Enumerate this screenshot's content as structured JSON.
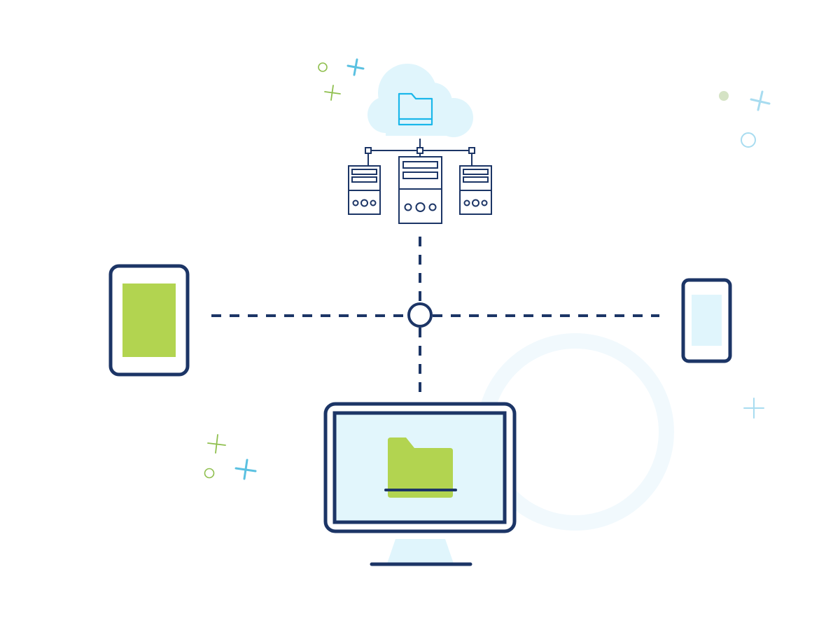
{
  "colors": {
    "navy": "#1c3566",
    "cloud_fill": "#e0f5fc",
    "folder_outline": "#1ab7ea",
    "green": "#b2d450",
    "screen_fill": "#e2f6fc",
    "ring": "#f1f9fd",
    "sparkle_blue": "#5bc1e1",
    "sparkle_green": "#8fbf4e",
    "sparkle_light_blue": "#a8dcf0",
    "dot_sage": "#d5e3c5"
  },
  "nodes": [
    {
      "name": "cloud-storage",
      "icon": "cloud-folder-icon"
    },
    {
      "name": "server-cluster",
      "icon": "server-icon"
    },
    {
      "name": "tablet-device",
      "icon": "tablet-icon"
    },
    {
      "name": "phone-device",
      "icon": "phone-icon"
    },
    {
      "name": "desktop-computer",
      "icon": "monitor-icon"
    },
    {
      "name": "central-hub",
      "icon": "hub-circle-icon"
    }
  ]
}
